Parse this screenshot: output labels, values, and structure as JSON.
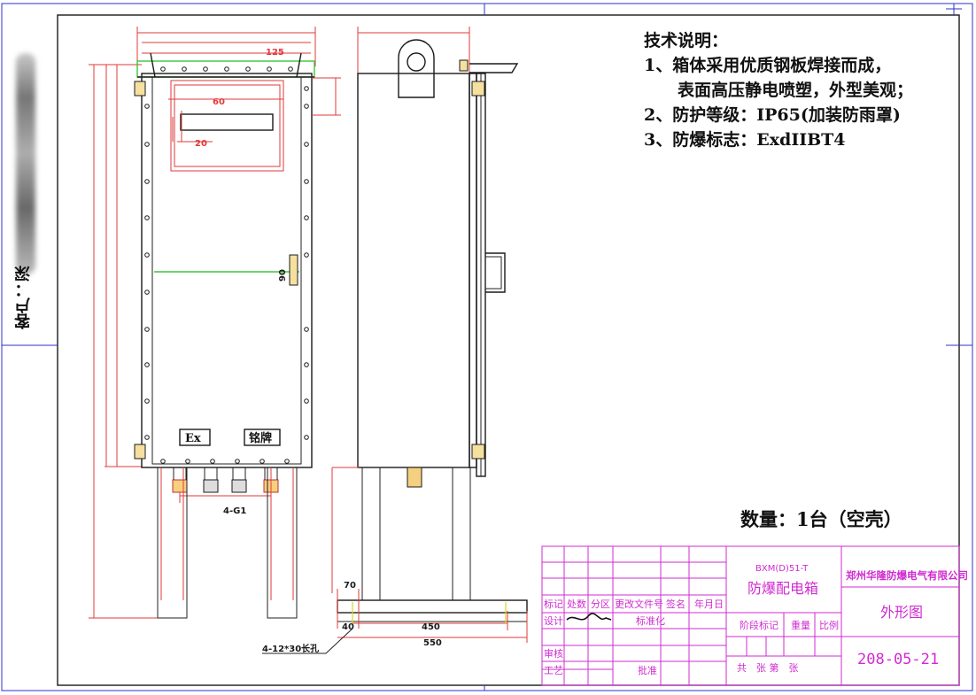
{
  "client_label": "客户：深",
  "notes": {
    "title": "技术说明：",
    "item1_line1": "1、箱体采用优质钢板焊接而成，",
    "item1_line2": "表面高压静电喷塑，外型美观；",
    "item2": "2、防护等级：IP65(加装防雨罩)",
    "item3": "3、防爆标志：ExdIIBT4"
  },
  "quantity": "数量：1台（空壳）",
  "front_view": {
    "plate_ex": "Ex",
    "plate_name": "铭牌",
    "dim_window_width": "125",
    "dim_window_height": "60",
    "dim_slot": "20",
    "dim_handle": "90",
    "dim_glands": "4-G1"
  },
  "side_view": {
    "dim_70": "70",
    "dim_40": "40",
    "dim_450": "450",
    "dim_550": "550",
    "slot_note": "4-12*30长孔"
  },
  "title_block": {
    "model": "BXM(D)51-T",
    "product_name": "防爆配电箱",
    "company": "郑州华隆防爆电气有限公司",
    "drawing_name": "外形图",
    "drawing_number": "208-05-21",
    "headers": {
      "mark": "标记",
      "count": "处数",
      "zone": "分区",
      "change_doc": "更改文件号",
      "sign": "签名",
      "date": "年月日"
    },
    "design": "设计",
    "standardize": "标准化",
    "review": "审核",
    "process": "工艺",
    "approve": "批准",
    "stage_mark": "阶段标记",
    "weight": "重量",
    "scale": "比例",
    "sheet_info": "共　张 第　张"
  },
  "colors": {
    "ink": "#1a1a1a",
    "dimension_red": "#e23a3a",
    "frame_blue": "#2f2fd0",
    "highlight_green": "#38c838",
    "titleblock_magenta": "#d02bd0"
  }
}
